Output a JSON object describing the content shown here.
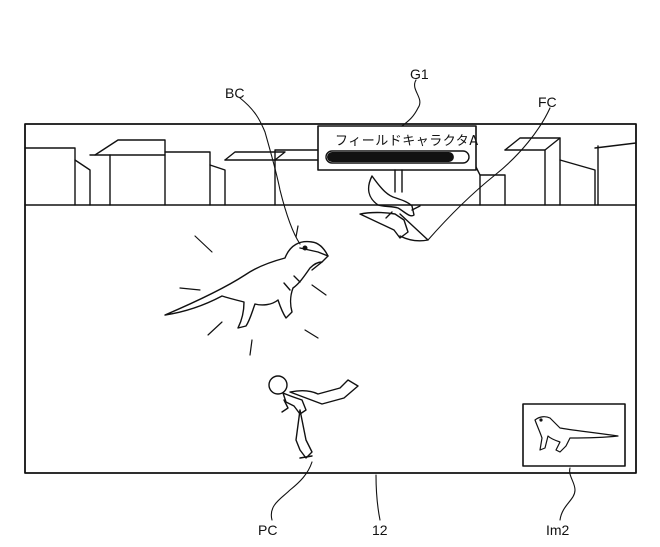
{
  "labels": {
    "bc": "BC",
    "g1": "G1",
    "fc": "FC",
    "pc": "PC",
    "screen": "12",
    "im2": "Im2"
  },
  "enemy_gauge": {
    "name": "フィールドキャラクタA",
    "fill_fraction": 0.9
  },
  "icons": [
    "t-rex-icon",
    "pterodactyl-icon",
    "runner-icon",
    "t-rex-thumbnail-icon"
  ]
}
